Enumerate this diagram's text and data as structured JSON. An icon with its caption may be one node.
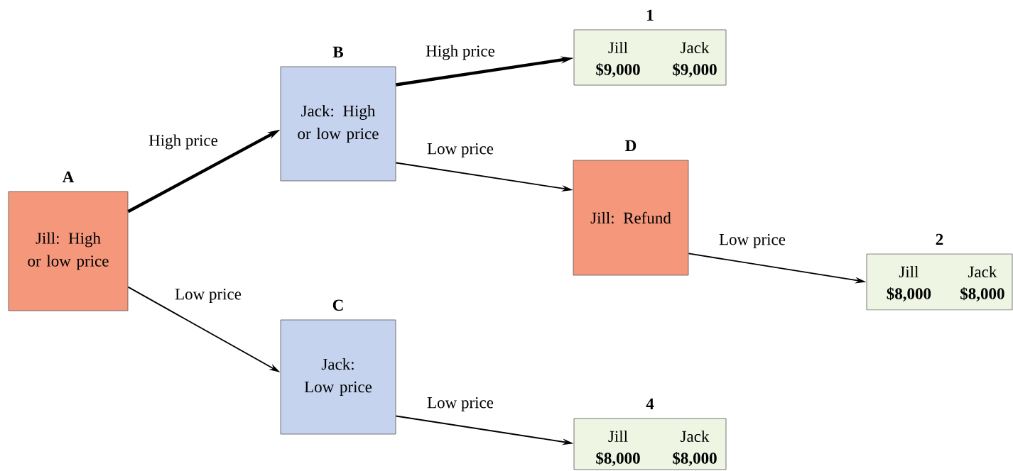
{
  "diagram": {
    "nodes": [
      {
        "text": [
          "A",
          "Jill: High or low price"
        ]
      },
      {
        "text": [
          "B",
          "Jack: High or low price"
        ]
      },
      {
        "text": [
          "C",
          "Jack: Low price"
        ]
      },
      {
        "text": [
          "D",
          "Jill: Refund"
        ]
      },
      {
        "text": [
          "1",
          "Jill",
          "Jack",
          "$9,000",
          "$9,000"
        ]
      },
      {
        "text": [
          "2",
          "Jill",
          "Jack",
          "$8,000",
          "$8,000"
        ]
      },
      {
        "text": [
          "4",
          "Jill",
          "Jack",
          "$8,000",
          "$8,000"
        ]
      }
    ],
    "edges": [
      {
        "from": 0,
        "to": 1,
        "arrow": "to",
        "label": "High price",
        "style": "thick"
      },
      {
        "from": 0,
        "to": 2,
        "arrow": "to",
        "label": "Low price"
      },
      {
        "from": 1,
        "to": 4,
        "arrow": "to",
        "label": "High price",
        "style": "thick"
      },
      {
        "from": 1,
        "to": 3,
        "arrow": "to",
        "label": "Low price"
      },
      {
        "from": 3,
        "to": 5,
        "arrow": "to",
        "label": "Low price"
      },
      {
        "from": 2,
        "to": 6,
        "arrow": "to",
        "label": "Low price"
      }
    ]
  }
}
